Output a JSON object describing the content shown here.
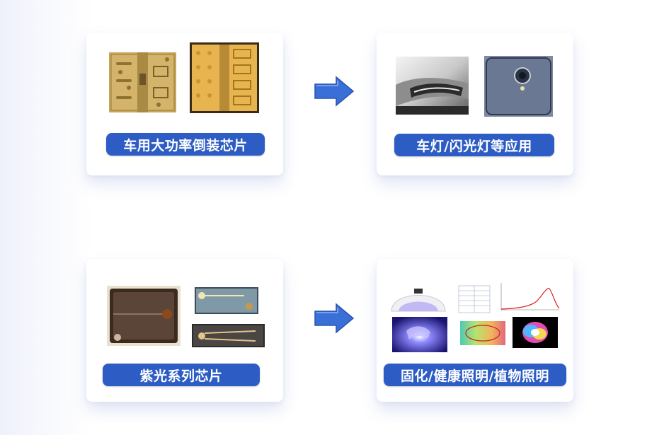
{
  "rows": [
    {
      "source_label": "车用大功率倒装芯片",
      "target_label": "车灯/闪光灯等应用"
    },
    {
      "source_label": "紫光系列芯片",
      "target_label": "固化/健康照明/植物照明"
    }
  ],
  "colors": {
    "label_bg": "#2d5cc4",
    "arrow": "#3a6fd8",
    "card": "#ffffff"
  },
  "icons": {
    "arrow": "right-arrow-icon"
  }
}
